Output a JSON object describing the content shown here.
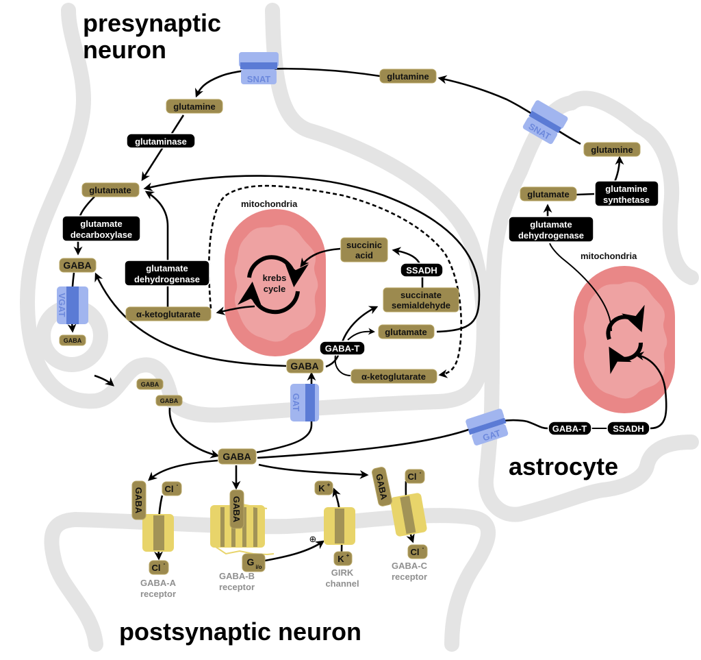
{
  "regions": {
    "presynaptic": [
      "presynaptic",
      "neuron"
    ],
    "astrocyte": "astrocyte",
    "postsynaptic": "postsynaptic neuron"
  },
  "presynaptic": {
    "glutamine": "glutamine",
    "glutaminase": "glutaminase",
    "glutamate": "glutamate",
    "glutamate_decarboxylase": [
      "glutamate",
      "decarboxylase"
    ],
    "gaba": "GABA",
    "vgat": "VGAT",
    "vesicle_gaba": "GABA",
    "glutamate_dehydrogenase": [
      "glutamate",
      "dehydrogenase"
    ],
    "alpha_ketoglutarate": "α-ketoglutarate",
    "mitochondria_label": "mitochondria",
    "krebs_cycle": [
      "krebs",
      "cycle"
    ],
    "succinic_acid": [
      "succinic",
      "acid"
    ],
    "ssadh": "SSADH",
    "succinate_semialdehyde": [
      "succinate",
      "semialdehyde"
    ],
    "glutamate_2": "glutamate",
    "gaba_t": "GABA-T",
    "gaba_2": "GABA",
    "alpha_ketoglutarate_2": "α-ketoglutarate",
    "gat": "GAT",
    "snat": "SNAT"
  },
  "cleft": {
    "released_gaba_1": "GABA",
    "released_gaba_2": "GABA",
    "gaba": "GABA"
  },
  "astrocyte": {
    "glutamine_out": "glutamine",
    "snat": "SNAT",
    "glutamine": "glutamine",
    "glutamine_synthetase": [
      "glutamine",
      "synthetase"
    ],
    "glutamate": "glutamate",
    "glutamate_dehydrogenase": [
      "glutamate",
      "dehydrogenase"
    ],
    "mitochondria_label": "mitochondria",
    "gat": "GAT",
    "gaba_t": "GABA-T",
    "ssadh": "SSADH"
  },
  "postsynaptic": {
    "gaba_a": {
      "ligand": "GABA",
      "ion_in": "Cl",
      "ion_out": "Cl",
      "charge": "-",
      "label": [
        "GABA-A",
        "receptor"
      ]
    },
    "gaba_b": {
      "ligand": "GABA",
      "g_protein": "G",
      "g_sub": "i/o",
      "label": [
        "GABA-B",
        "receptor"
      ]
    },
    "girk": {
      "ion_in": "K",
      "ion_out": "K",
      "charge": "+",
      "label": [
        "GIRK",
        "channel"
      ],
      "plus_symbol": "⊕"
    },
    "gaba_c": {
      "ligand": "GABA",
      "ion_in": "Cl",
      "ion_out": "Cl",
      "charge": "-",
      "label": [
        "GABA-C",
        "receptor"
      ]
    }
  },
  "colors": {
    "molecule": "#9c8a4f",
    "enzyme": "#000000",
    "transporter": "#a1b5ef",
    "transporter_dark": "#5b7bd5",
    "receptor": "#e8d46a",
    "mitochondria": "#e98787",
    "membrane": "#e4e4e4"
  }
}
